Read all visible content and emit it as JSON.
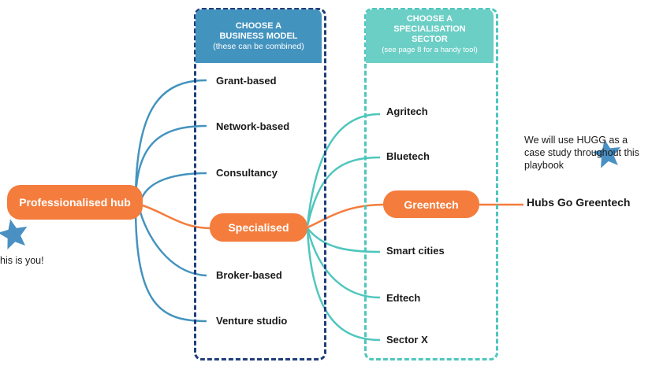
{
  "colors": {
    "orange": "#f47c3c",
    "business_model_blue": "#4393bf",
    "dark_navy": "#1f3e7a",
    "teal": "#4fc6bd",
    "teal_header": "#6ccfc6",
    "star_blue": "#4a90c2"
  },
  "start": {
    "label": "Professionalised hub"
  },
  "business_model": {
    "title": "CHOOSE A BUSINESS MODEL",
    "subtitle": "(these can be combined)",
    "items": [
      "Grant-based",
      "Network-based",
      "Consultancy",
      "Specialised",
      "Broker-based",
      "Venture studio"
    ]
  },
  "specialisation": {
    "title": "CHOOSE A SPECIALISATION SECTOR",
    "subtitle": "(see page 8 for a handy tool)",
    "items": [
      "Agritech",
      "Bluetech",
      "Greentech",
      "Smart cities",
      "Edtech",
      "Sector X"
    ]
  },
  "outcome": {
    "label": "Hubs Go Greentech"
  },
  "notes": {
    "you": "his is you!",
    "case_study": "We will use HUGG as a case study throughout this playbook"
  },
  "icons": [
    "star-icon",
    "star-icon"
  ]
}
